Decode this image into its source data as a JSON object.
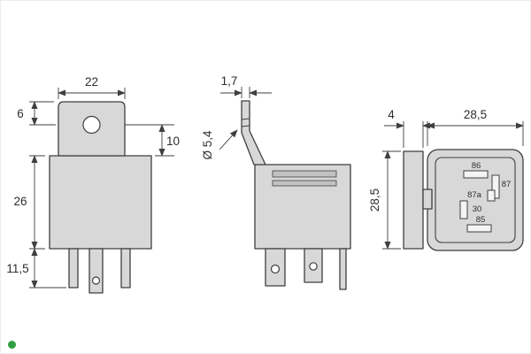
{
  "colors": {
    "background": "#ffffff",
    "line": "#3f3f3f",
    "fill_body": "#d8d8d8",
    "fill_slot": "#f4f4f4",
    "accent_green": "#2f9e41"
  },
  "views": {
    "front": {
      "dims": {
        "tab_width": "22",
        "tab_top_to_hole": "6",
        "hole_to_body": "10",
        "body_height": "26",
        "pin_length": "11,5"
      }
    },
    "side": {
      "dims": {
        "tab_thickness": "1,7",
        "hole_diameter": "Ø 5,4"
      }
    },
    "rear": {
      "dims": {
        "flange_depth": "4",
        "width": "28,5",
        "height": "28,5"
      },
      "terminals": {
        "t86": "86",
        "t87": "87",
        "t87a": "87a",
        "t30": "30",
        "t85": "85"
      }
    }
  }
}
